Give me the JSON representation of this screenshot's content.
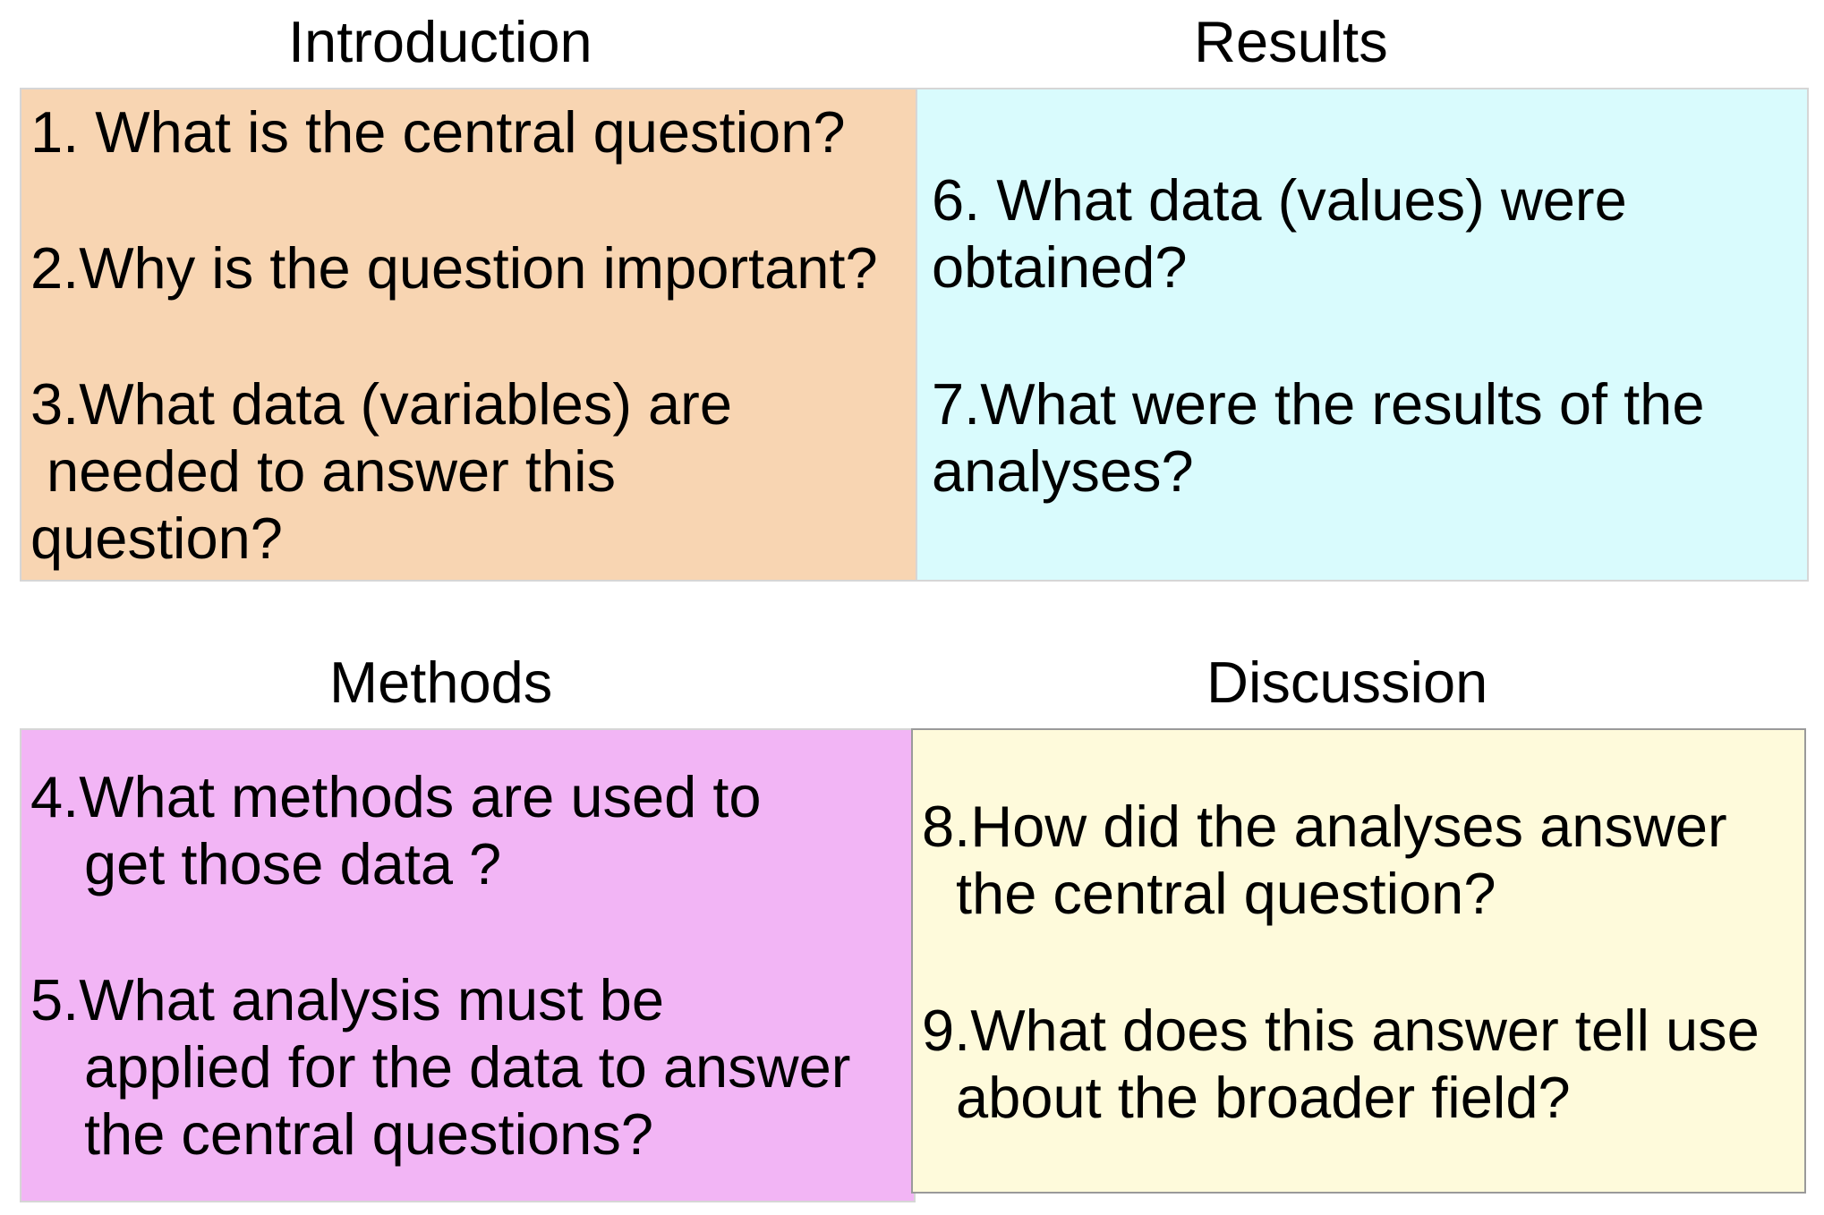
{
  "quadrants": {
    "introduction": {
      "heading": "Introduction",
      "color": "#f8d5b2",
      "questions": [
        {
          "lines": [
            "1. What is the central question?"
          ]
        },
        {
          "lines": [
            "2.Why is the question important?"
          ]
        },
        {
          "lines": [
            "3.What data (variables) are",
            " needed to answer this",
            "question?"
          ]
        }
      ]
    },
    "results": {
      "heading": "Results",
      "color": "#d9fbfd",
      "questions": [
        {
          "lines": [
            "6. What data (values) were",
            "obtained?"
          ]
        },
        {
          "lines": [
            "7.What were the results of the",
            "analyses?"
          ]
        }
      ]
    },
    "methods": {
      "heading": "Methods",
      "color": "#f2b5f5",
      "questions": [
        {
          "lines": [
            "4.What methods are used to",
            "get those data ?"
          ]
        },
        {
          "lines": [
            "5.What analysis must be",
            "applied for the data to answer",
            "the central questions?"
          ]
        }
      ]
    },
    "discussion": {
      "heading": "Discussion",
      "color": "#fefadb",
      "questions": [
        {
          "lines": [
            "8.How did the analyses answer",
            "the central question?"
          ]
        },
        {
          "lines": [
            "9.What does this answer tell use",
            "about the broader field?"
          ]
        }
      ]
    }
  }
}
